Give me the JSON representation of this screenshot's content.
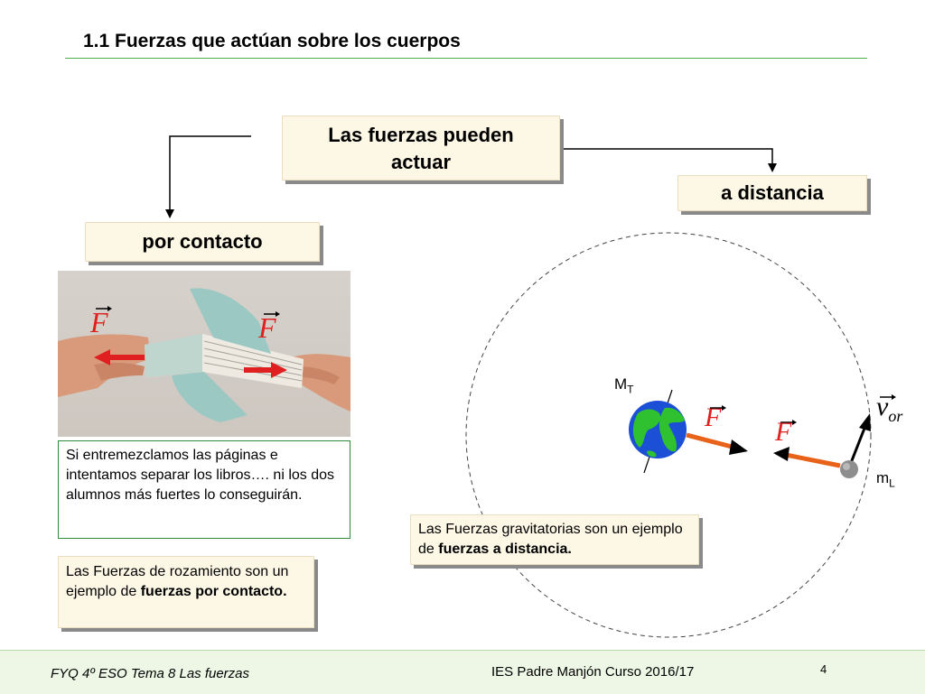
{
  "header": {
    "title": "1.1  Fuerzas que actúan sobre los cuerpos"
  },
  "diagram": {
    "main_box_line1": "Las fuerzas pueden",
    "main_box_line2": "actuar",
    "distance_box": "a distancia",
    "contact_box": "por contacto",
    "force_symbol": "F",
    "velocity_symbol": "v",
    "velocity_subscript": "or",
    "earth_mass_label": "M",
    "earth_mass_sub": "T",
    "moon_mass_label": "m",
    "moon_mass_sub": "L"
  },
  "text": {
    "books_note": "Si entremezclamos las páginas e intentamos separar los libros…. ni los dos alumnos más fuertes lo conseguirán.",
    "friction_prefix": "Las Fuerzas de rozamiento son un ejemplo de ",
    "friction_bold": "fuerzas por contacto.",
    "gravity_prefix": "Las Fuerzas gravitatorias son un ejemplo de ",
    "gravity_bold": "fuerzas a distancia."
  },
  "footer": {
    "left": "FYQ 4º ESO  Tema  8  Las fuerzas",
    "center": "IES Padre Manjón  Curso 2016/17",
    "page": "4"
  },
  "colors": {
    "rule": "#4caf50",
    "box_fill": "#fdf7e6",
    "arrow_red": "#e02020",
    "arrow_orange": "#e8621a",
    "earth_ocean": "#1a4fd6",
    "earth_land": "#2fc12f"
  }
}
